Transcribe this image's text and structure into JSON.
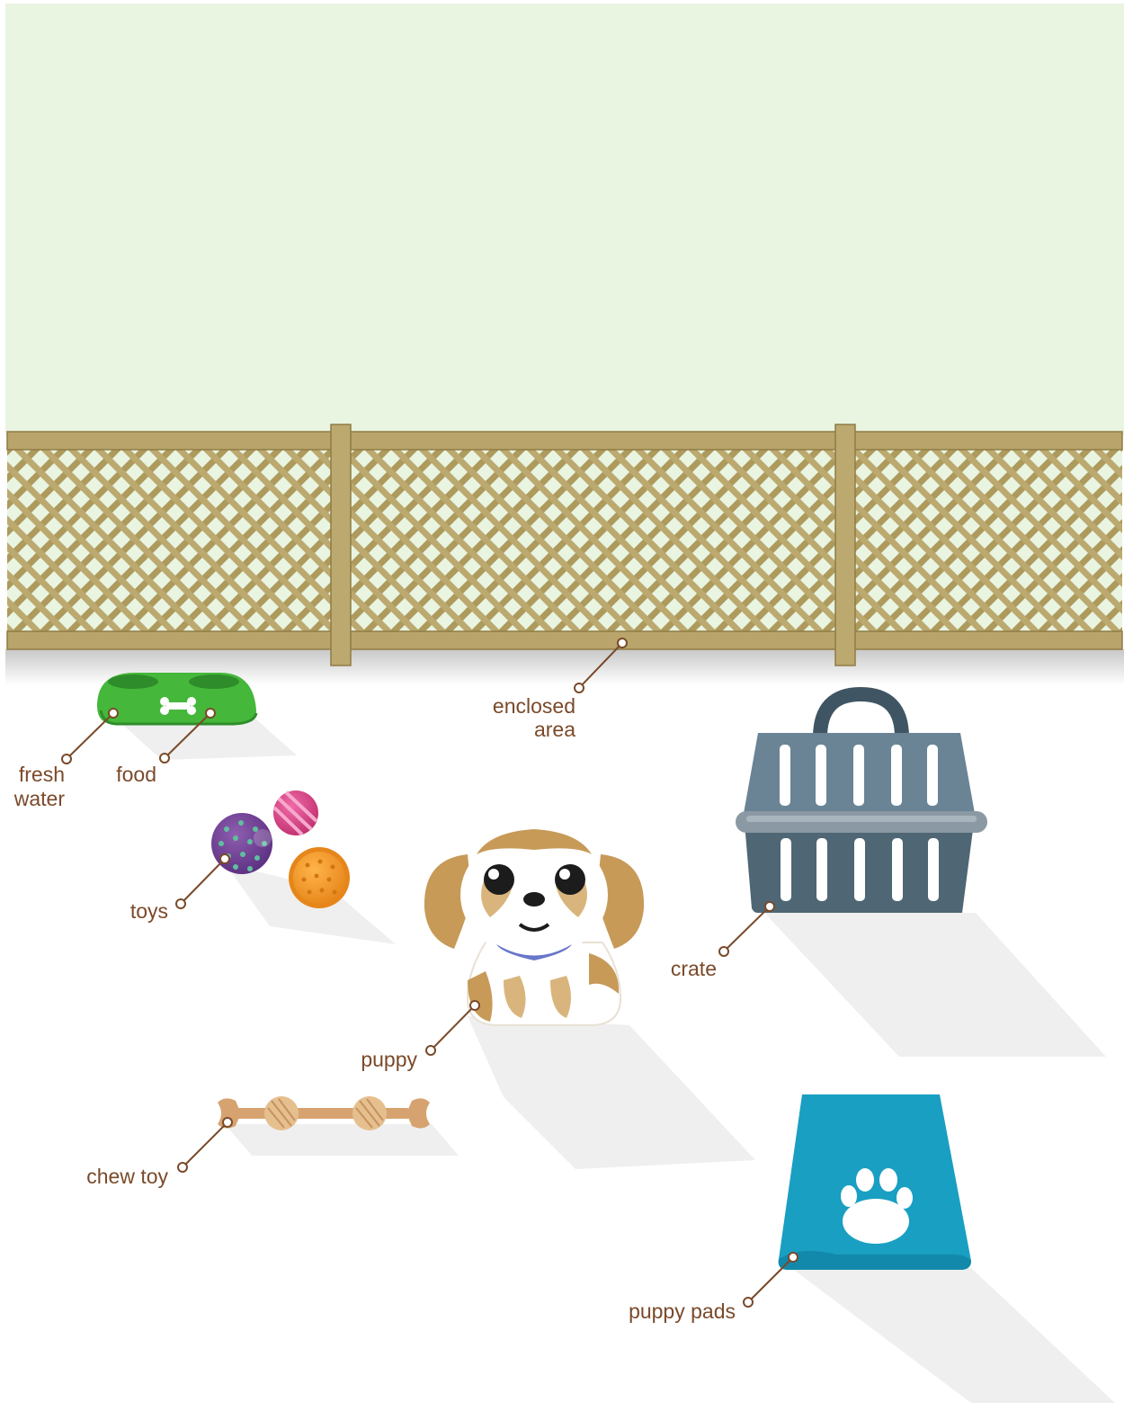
{
  "colors": {
    "sky": "#e9f4e1",
    "floor": "#ffffff",
    "fence_wood": "#b9a56b",
    "fence_wood_dark": "#8f7c45",
    "label_text": "#7a4a2a",
    "bowl_green": "#45b73a",
    "crate_blue": "#587080",
    "pad_blue": "#199fc2",
    "puppy_tan": "#c79a58"
  },
  "labels": {
    "enclosed_area_1": "enclosed",
    "enclosed_area_2": "area",
    "fresh_water_1": "fresh",
    "fresh_water_2": "water",
    "food": "food",
    "toys": "toys",
    "crate": "crate",
    "puppy": "puppy",
    "chew_toy": "chew toy",
    "puppy_pads": "puppy pads"
  },
  "icons": {
    "bowl": "double-dog-bowl-icon",
    "bone": "bone-icon",
    "crate": "pet-carrier-crate-icon",
    "pad": "puppy-pad-icon",
    "paw": "paw-print-icon",
    "puppy": "puppy-icon",
    "chew": "chew-toy-icon",
    "balls": "toy-balls-icon"
  }
}
